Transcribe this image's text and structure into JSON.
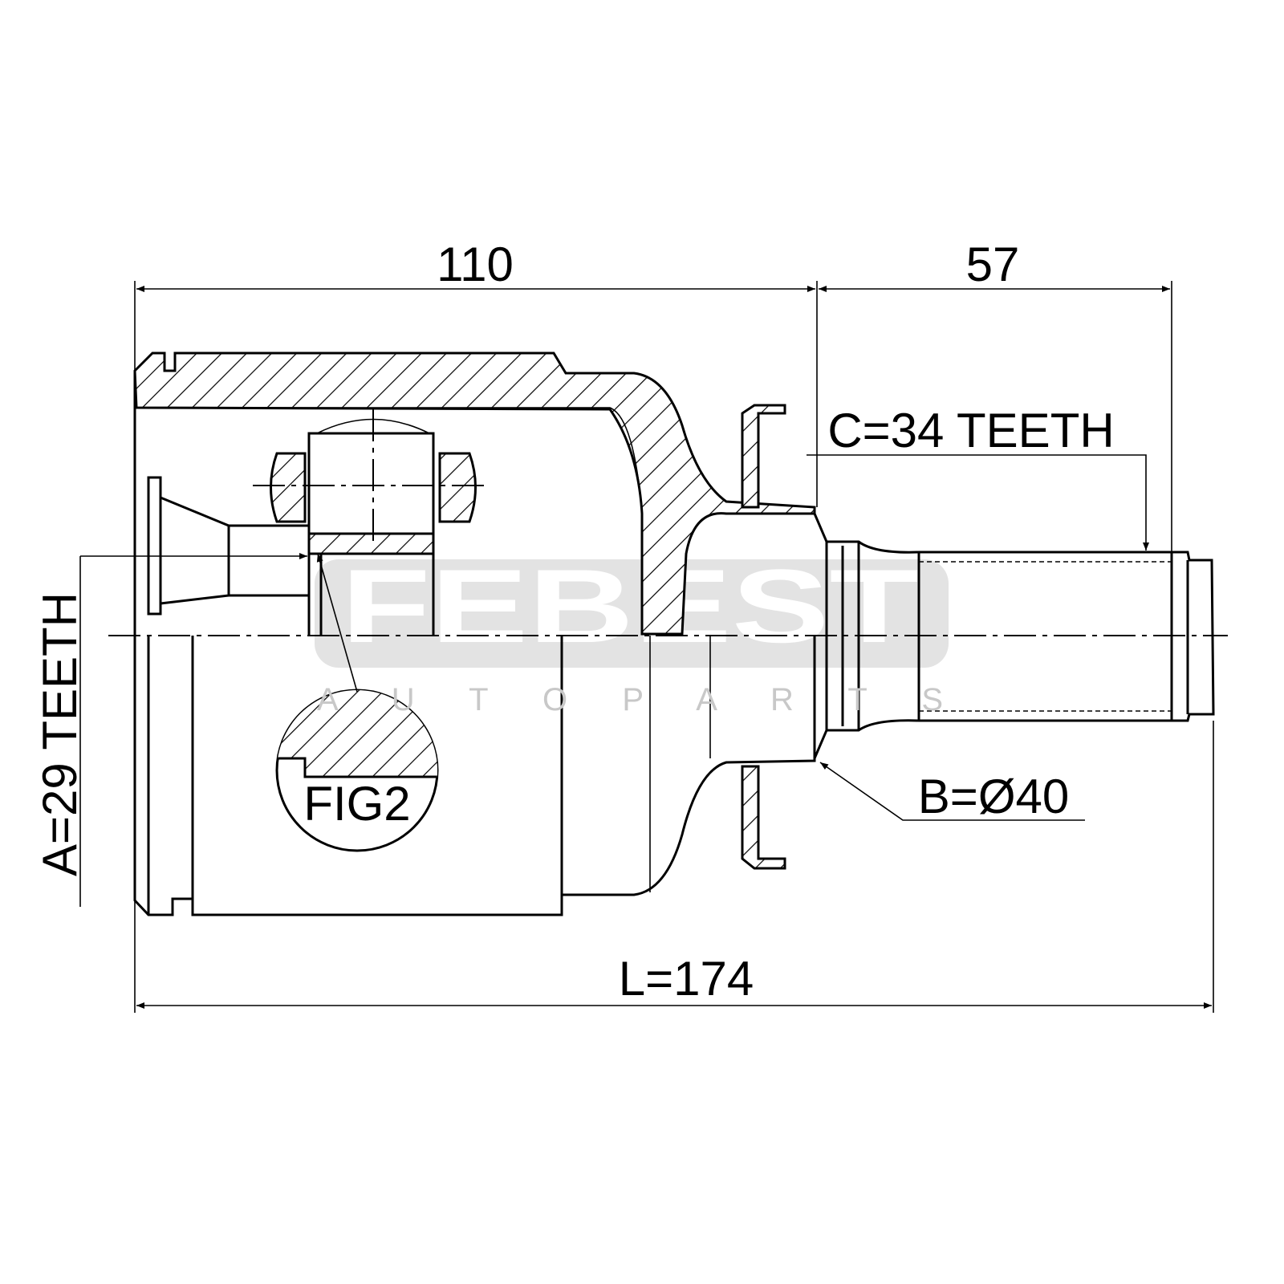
{
  "drawing": {
    "dimensions": {
      "housing_length": "110",
      "shaft_length": "57",
      "total_length": "L=174",
      "outer_spline": "A=29 TEETH",
      "inner_spline": "C=34 TEETH",
      "seal_diameter": "B=Ø40",
      "detail_label": "FIG2"
    },
    "watermark": {
      "brand": "FEBEST",
      "tagline": "A U T O   P A R T S"
    },
    "colors": {
      "line": "#000000",
      "watermark_band": "#e3e3e3"
    }
  }
}
